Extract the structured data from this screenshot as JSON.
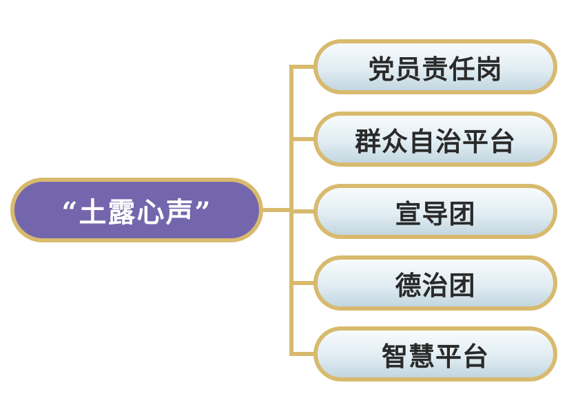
{
  "diagram": {
    "root": {
      "label": "“土露心声”"
    },
    "branches": [
      {
        "label": "党员责任岗"
      },
      {
        "label": "群众自治平台"
      },
      {
        "label": "宣导团"
      },
      {
        "label": "德治团"
      },
      {
        "label": "智慧平台"
      }
    ],
    "colors": {
      "connector": "#d8ba6e",
      "root_fill": "#7466ad",
      "root_text": "#ffffff",
      "branch_fill_top": "#f7fbfd",
      "branch_fill_bottom": "#c3d6e0",
      "branch_text": "#2a2a2a"
    }
  }
}
